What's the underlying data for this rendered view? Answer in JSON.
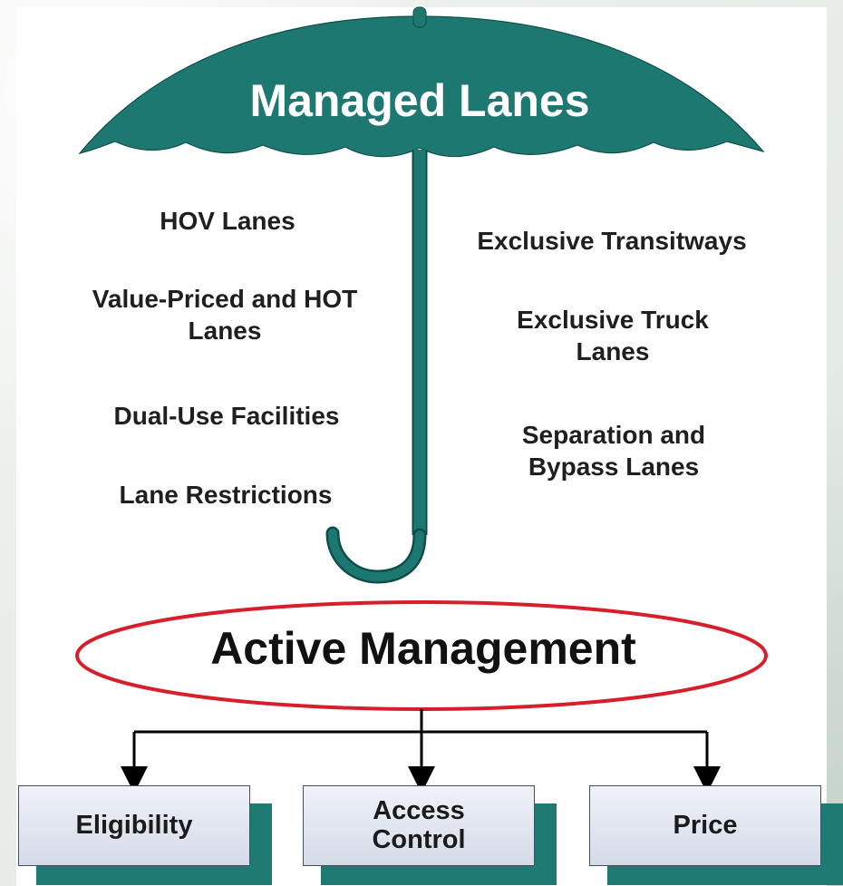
{
  "title": "Managed Lanes",
  "left_items": [
    "HOV Lanes",
    "Value-Priced and HOT\nLanes",
    "Dual-Use Facilities",
    "Lane Restrictions"
  ],
  "right_items": [
    "Exclusive Transitways",
    "Exclusive Truck\nLanes",
    "Separation and\nBypass Lanes"
  ],
  "active_management": "Active Management",
  "boxes": [
    "Eligibility",
    "Access\nControl",
    "Price"
  ],
  "colors": {
    "umbrella": "#1d7872",
    "ellipse": "#d61f2b",
    "shadow": "#1e7a72",
    "box_fill_top": "#eef1f7",
    "box_fill_bottom": "#d5dbe8"
  }
}
